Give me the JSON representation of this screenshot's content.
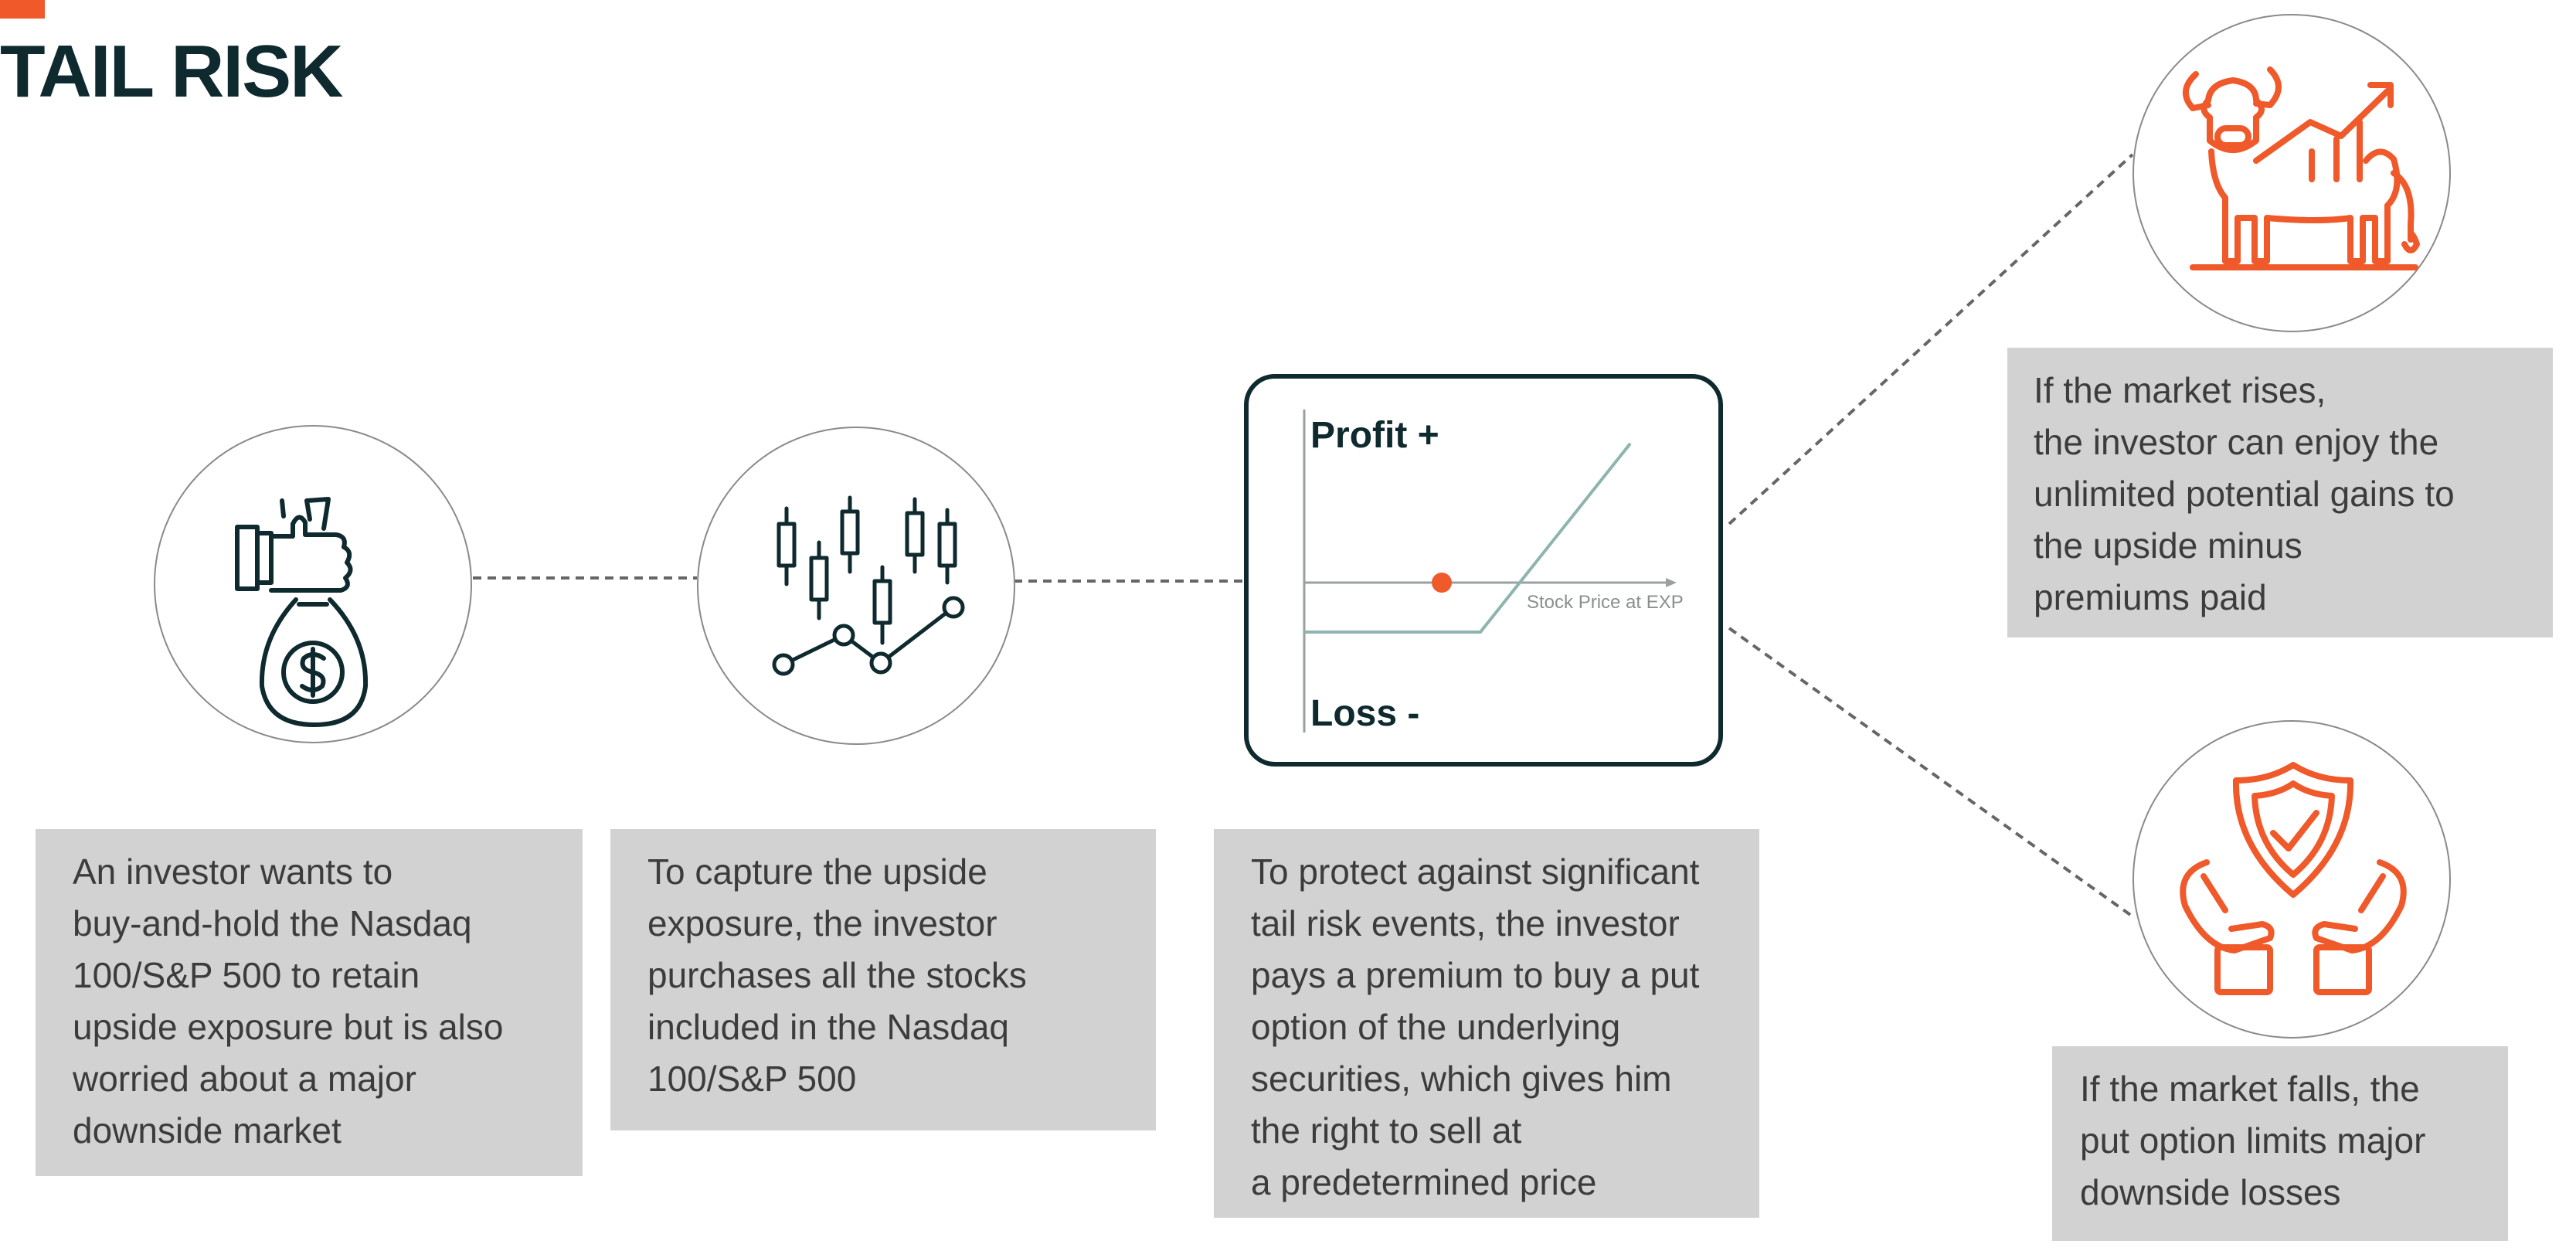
{
  "title": "TAIL RISK",
  "colors": {
    "accent": "#f0592a",
    "navy": "#0e2a2e",
    "box_gray": "#d2d2d2",
    "payoff_line": "#8fb3ae"
  },
  "icons": {
    "step1": "money-bag-hand-icon",
    "step2": "candlestick-chart-icon",
    "rise": "bull-market-icon",
    "fall": "shield-hands-icon"
  },
  "payoff_chart": {
    "profit_label": "Profit +",
    "loss_label": "Loss -",
    "x_axis_label": "Stock Price  at EXP"
  },
  "steps": [
    {
      "lines": [
        "An investor wants to",
        "buy-and-hold the Nasdaq",
        "100/S&P 500 to retain",
        "upside exposure but is also",
        "worried about a major",
        "downside market"
      ]
    },
    {
      "lines": [
        "To capture the upside",
        "exposure, the investor",
        "purchases all the stocks",
        "included in the Nasdaq",
        "100/S&P 500"
      ]
    },
    {
      "lines": [
        "To protect against significant",
        "tail risk events, the investor",
        "pays a premium to buy a put",
        "option of the underlying",
        "securities, which gives him",
        "the right to sell at",
        "a predetermined price"
      ]
    }
  ],
  "outcomes": {
    "rise": {
      "lines": [
        "If the market rises,",
        "the investor can enjoy the",
        "unlimited potential gains to",
        "the upside minus",
        "premiums paid"
      ]
    },
    "fall": {
      "lines": [
        "If the market falls, the",
        "put option limits major",
        "downside losses"
      ]
    }
  }
}
